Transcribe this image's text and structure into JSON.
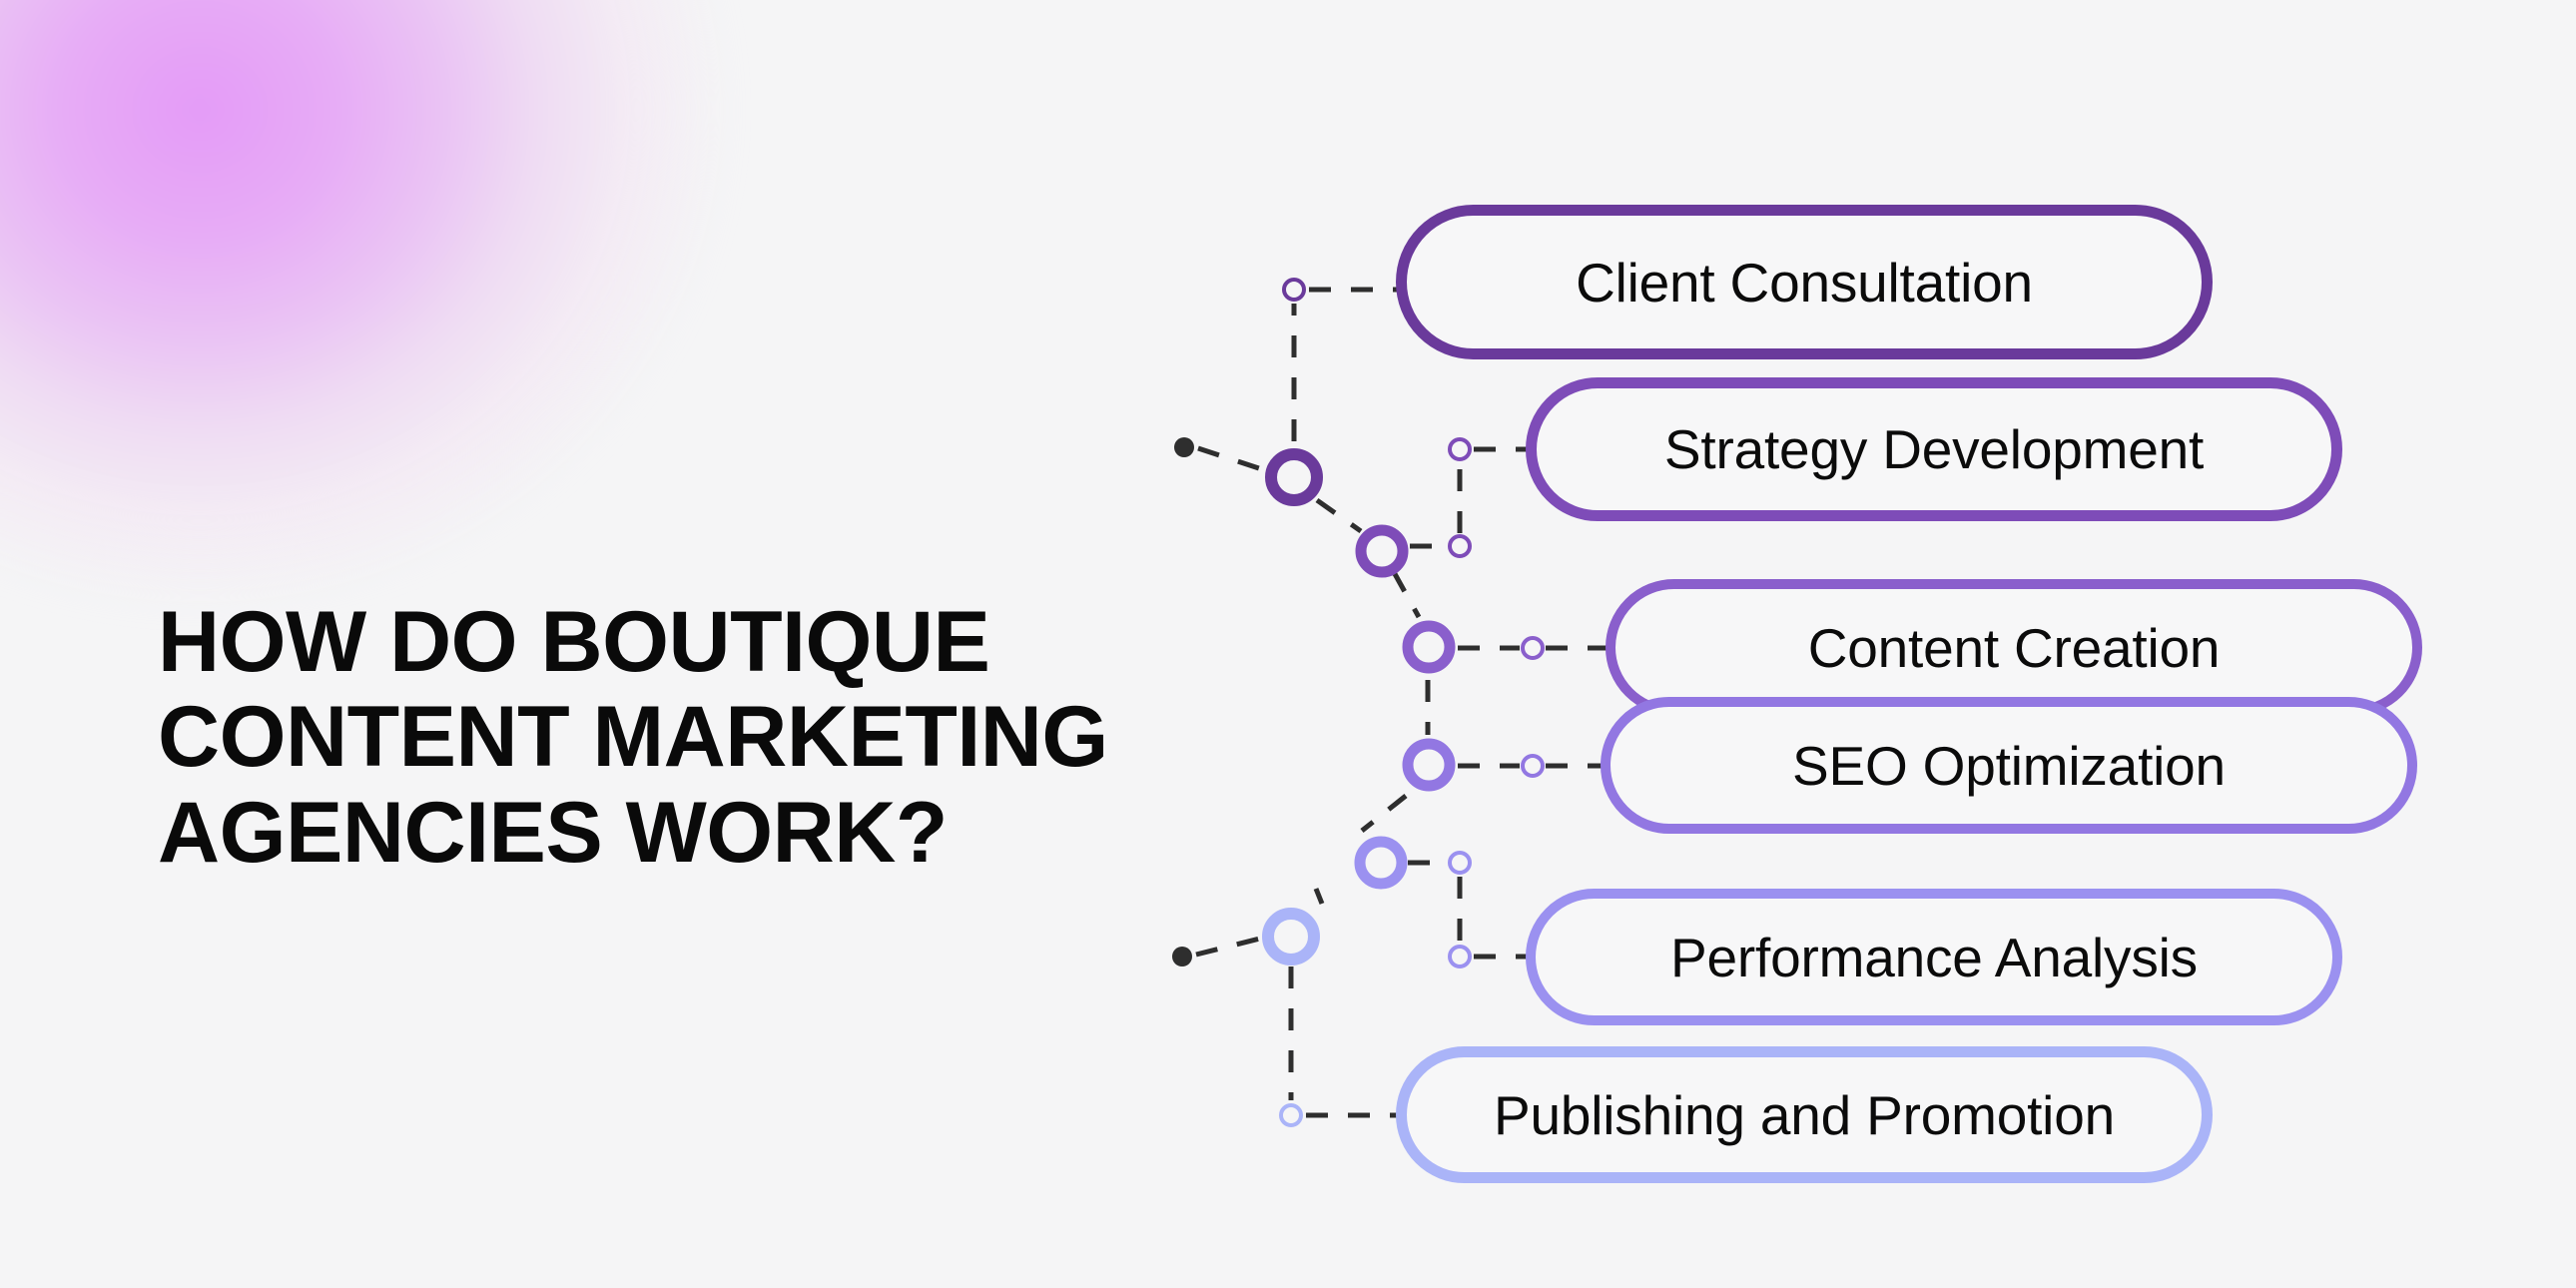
{
  "page": {
    "background_color": "#F5F5F6",
    "blob_color": "#E49BF7",
    "text_color": "#0A0A0A",
    "connector_color": "#2E2E2E"
  },
  "heading": {
    "line1": "HOW DO BOUTIQUE",
    "line2": "CONTENT MARKETING",
    "line3": "AGENCIES WORK?"
  },
  "chart_data": {
    "type": "diagram",
    "title": "HOW DO BOUTIQUE CONTENT MARKETING AGENCIES WORK?",
    "subtype": "process-steps-list",
    "step_count": 6,
    "legend_position": "none",
    "steps": [
      {
        "index": 1,
        "label": "Client Consultation",
        "color": "#6A3A9B"
      },
      {
        "index": 2,
        "label": "Strategy Development",
        "color": "#7E4CB8"
      },
      {
        "index": 3,
        "label": "Content Creation",
        "color": "#8A5FCC"
      },
      {
        "index": 4,
        "label": "SEO Optimization",
        "color": "#9277E2"
      },
      {
        "index": 5,
        "label": "Performance Analysis",
        "color": "#9B91F0"
      },
      {
        "index": 6,
        "label": "Publishing and Promotion",
        "color": "#AAB4F8"
      }
    ]
  },
  "steps": [
    {
      "label": "Client Consultation",
      "color": "#6A3A9B"
    },
    {
      "label": "Strategy Development",
      "color": "#7E4CB8"
    },
    {
      "label": "Content Creation",
      "color": "#8A5FCC"
    },
    {
      "label": "SEO Optimization",
      "color": "#9277E2"
    },
    {
      "label": "Performance Analysis",
      "color": "#9B91F0"
    },
    {
      "label": "Publishing and Promotion",
      "color": "#AAB4F8"
    }
  ],
  "connectors": {
    "dash_color": "#2E2E2E",
    "anchor_dot_color": "#2E2E2E",
    "anchor_dot_count": 2,
    "ring_count": 6,
    "node_dot_count": 6
  }
}
